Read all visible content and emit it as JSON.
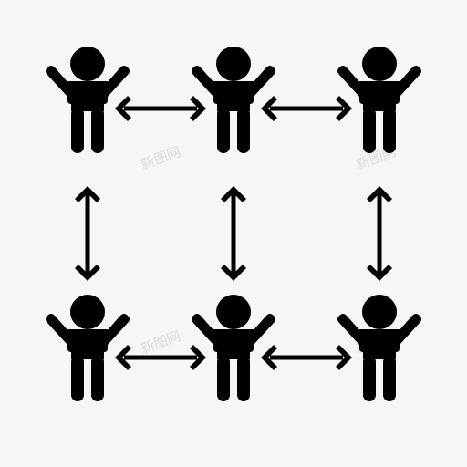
{
  "icon": {
    "name": "people-network-grid-icon",
    "background": "#f6f6f6",
    "foreground": "#000000",
    "people": [
      {
        "name": "person-top-left-icon",
        "gesture": "arms-raised"
      },
      {
        "name": "person-top-center-icon",
        "gesture": "arms-raised"
      },
      {
        "name": "person-top-right-icon",
        "gesture": "arms-raised"
      },
      {
        "name": "person-bottom-left-icon",
        "gesture": "arms-raised"
      },
      {
        "name": "person-bottom-center-icon",
        "gesture": "arms-raised"
      },
      {
        "name": "person-bottom-right-icon",
        "gesture": "arms-raised"
      }
    ],
    "connections": [
      {
        "name": "arrow-top-left-center-icon",
        "direction": "horizontal"
      },
      {
        "name": "arrow-top-center-right-icon",
        "direction": "horizontal"
      },
      {
        "name": "arrow-bottom-left-center-icon",
        "direction": "horizontal"
      },
      {
        "name": "arrow-bottom-center-right-icon",
        "direction": "horizontal"
      },
      {
        "name": "arrow-left-vertical-icon",
        "direction": "vertical"
      },
      {
        "name": "arrow-center-vertical-icon",
        "direction": "vertical"
      },
      {
        "name": "arrow-right-vertical-icon",
        "direction": "vertical"
      }
    ]
  },
  "watermark": {
    "text": "新图网",
    "color": "#dcdcdc"
  }
}
